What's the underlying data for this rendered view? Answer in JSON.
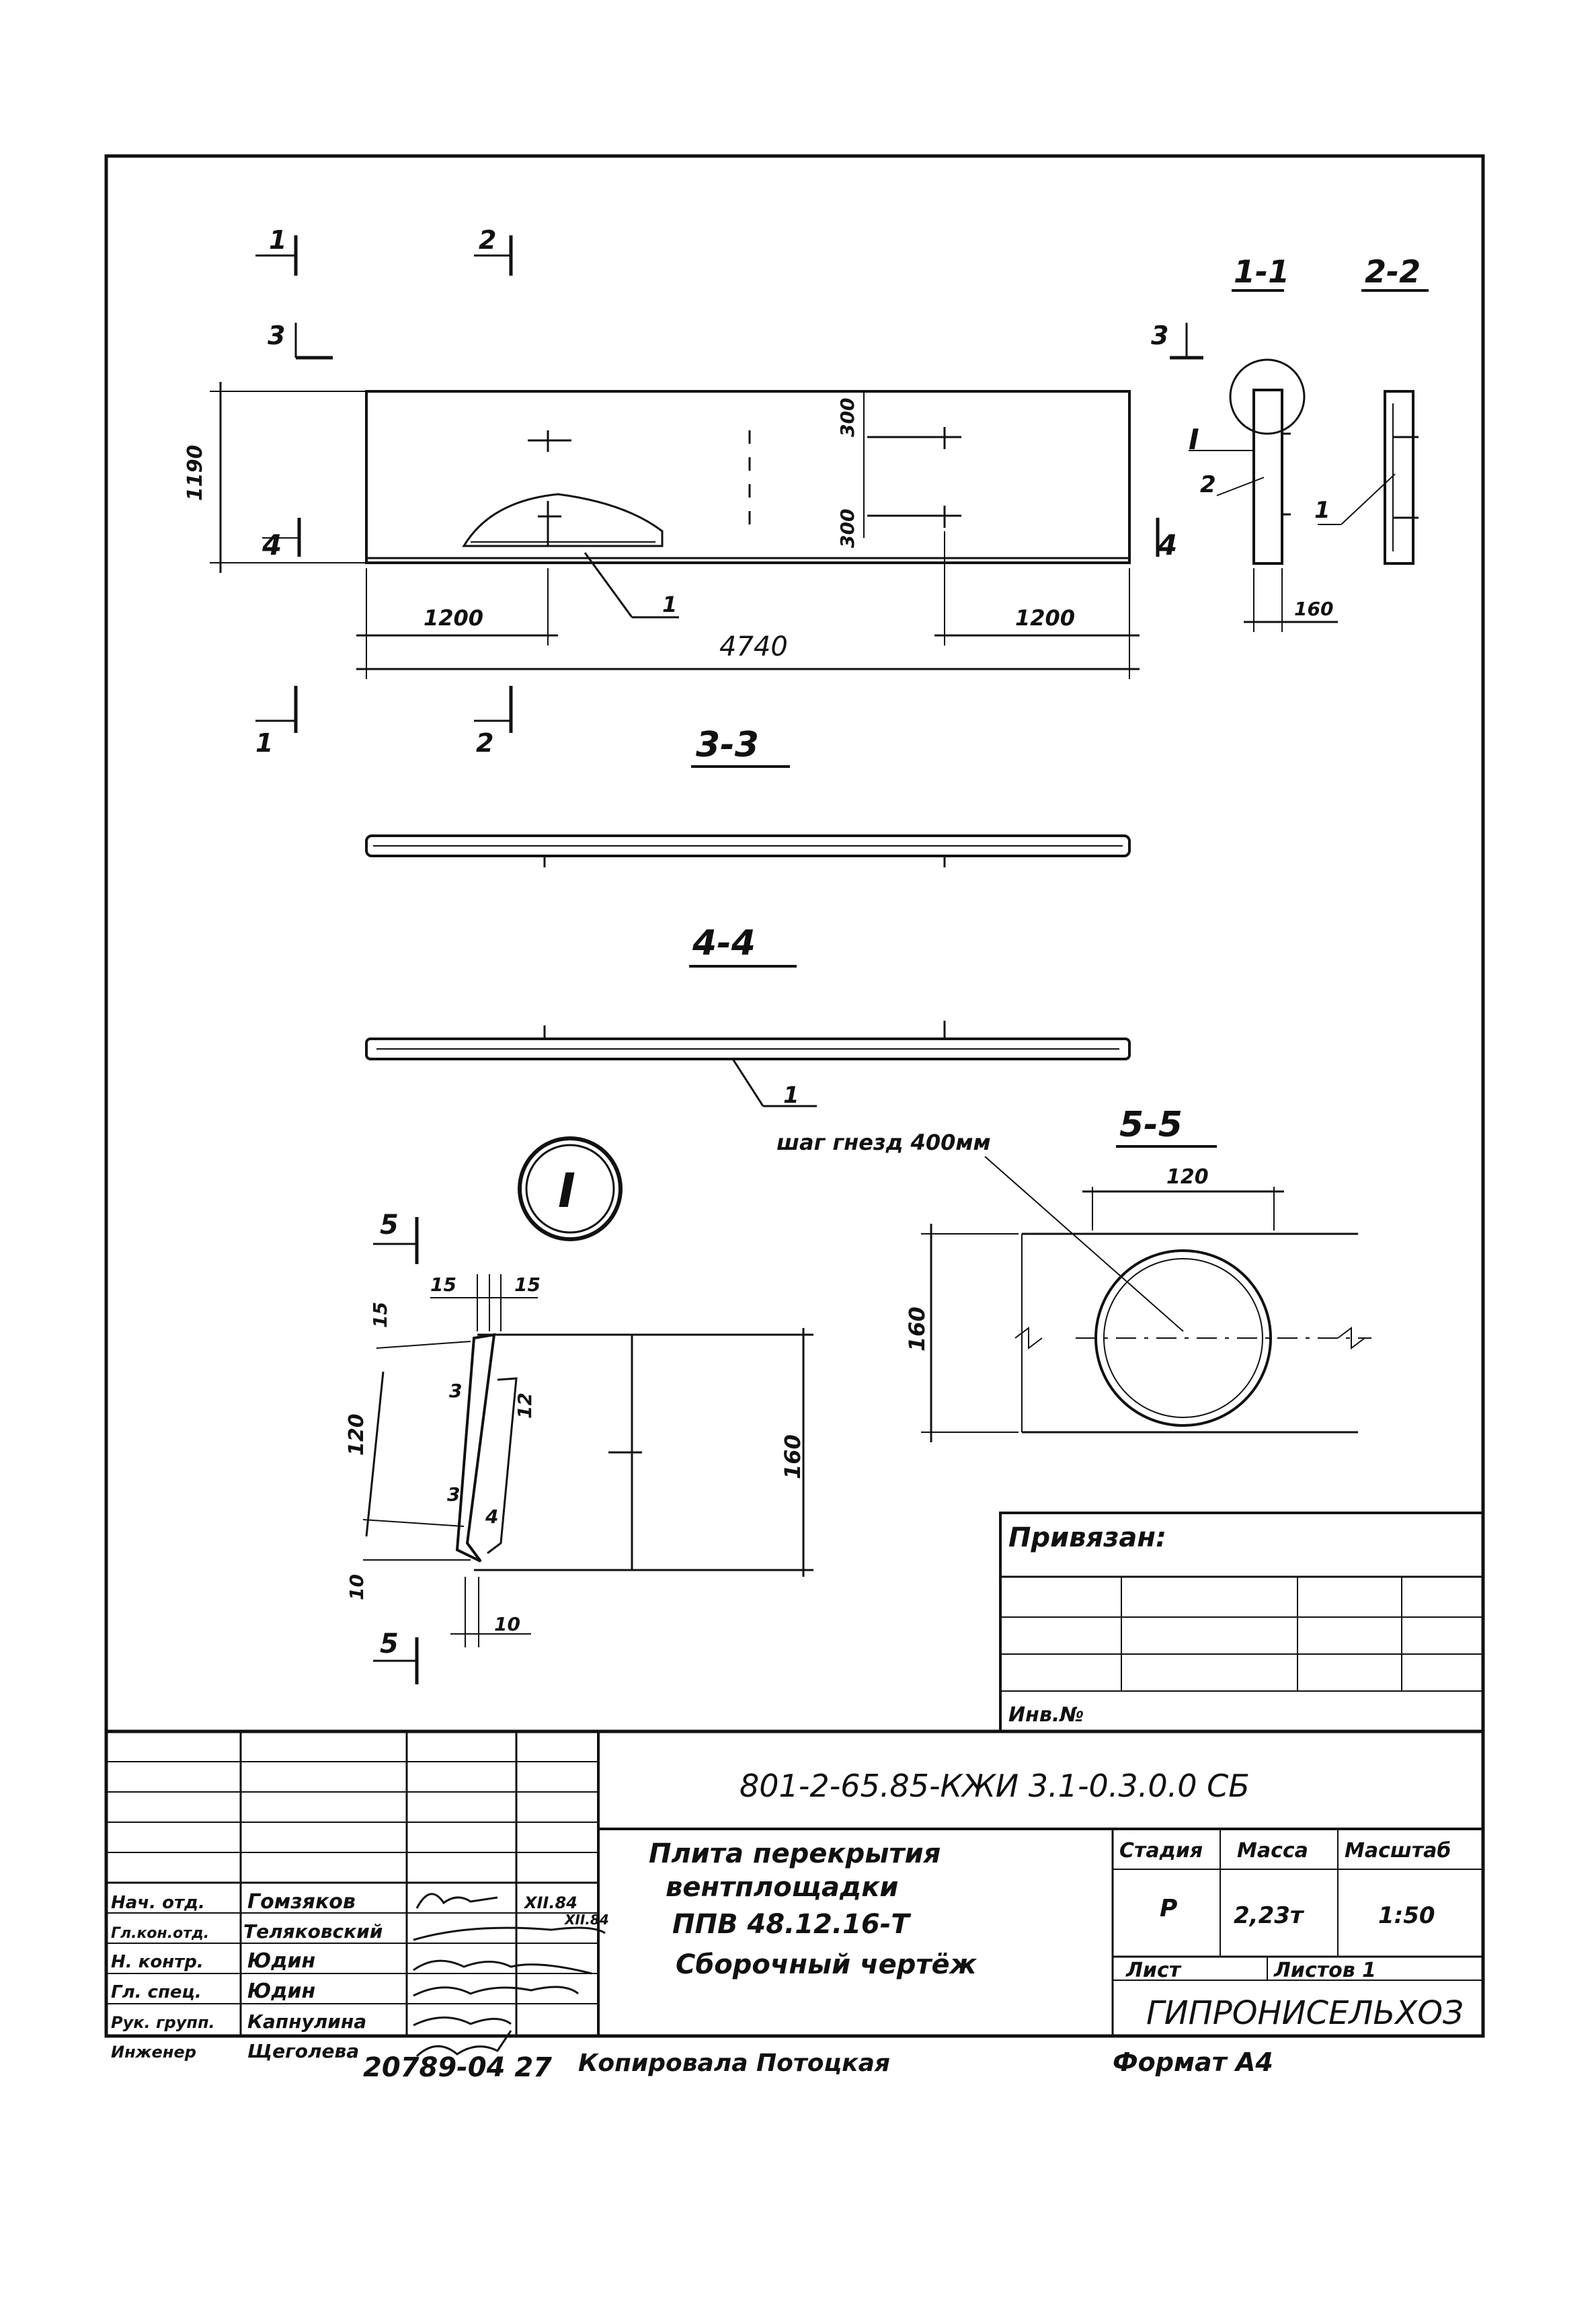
{
  "views": {
    "section_1_1": "1-1",
    "section_2_2": "2-2",
    "section_3_3": "3-3",
    "section_4_4": "4-4",
    "section_5_5": "5-5",
    "detail_mark": "I",
    "cut_1": "1",
    "cut_2": "2",
    "cut_3": "3",
    "cut_4": "4",
    "cut_5": "5"
  },
  "dimensions": {
    "plan_height": "1190",
    "offset_300_a": "300",
    "offset_300_b": "300",
    "left_1200": "1200",
    "right_1200": "1200",
    "overall_length": "4740",
    "thickness": "160",
    "detail_15_a": "15",
    "detail_15_b": "15",
    "detail_15_c": "15",
    "detail_120": "120",
    "detail_3_a": "3",
    "detail_3_b": "3",
    "detail_12": "12",
    "detail_4": "4",
    "detail_160": "160",
    "detail_10_a": "10",
    "detail_10_b": "10",
    "s55_width": "120",
    "s55_height": "160"
  },
  "callouts": {
    "pos_1": "1",
    "pos_2": "2",
    "nest_spacing": "шаг гнезд 400мм"
  },
  "binding_box": {
    "title": "Привязан:",
    "inv_label": "Инв.№"
  },
  "title_block": {
    "document_code": "801-2-65.85-КЖИ 3.1-0.3.0.0 СБ",
    "description": {
      "line1": "Плита перекрытия",
      "line2": "вентплощадки",
      "line3": "ППВ 48.12.16-Т",
      "line4": "Сборочный чертёж"
    },
    "headers": {
      "stage": "Стадия",
      "mass": "Масса",
      "scale": "Масштаб",
      "sheet": "Лист",
      "sheets": "Листов 1"
    },
    "values": {
      "stage": "Р",
      "mass": "2,23т",
      "scale": "1:50"
    },
    "organization": "ГИПРОНИСЕЛЬХОЗ",
    "date": "XII.84",
    "date2": "XII.84",
    "staff": [
      {
        "role": "Нач. отд.",
        "name": "Гомзяков"
      },
      {
        "role": "Гл.кон.отд.",
        "name": "Теляковский"
      },
      {
        "role": "Н. контр.",
        "name": "Юдин"
      },
      {
        "role": "Гл. спец.",
        "name": "Юдин"
      },
      {
        "role": "Рук. групп.",
        "name": "Капнулина"
      },
      {
        "role": "Инженер",
        "name": "Щеголева"
      }
    ]
  },
  "footer": {
    "archive_number": "20789-04 27",
    "copied_by": "Копировала   Потоцкая",
    "format": "Формат А4"
  }
}
